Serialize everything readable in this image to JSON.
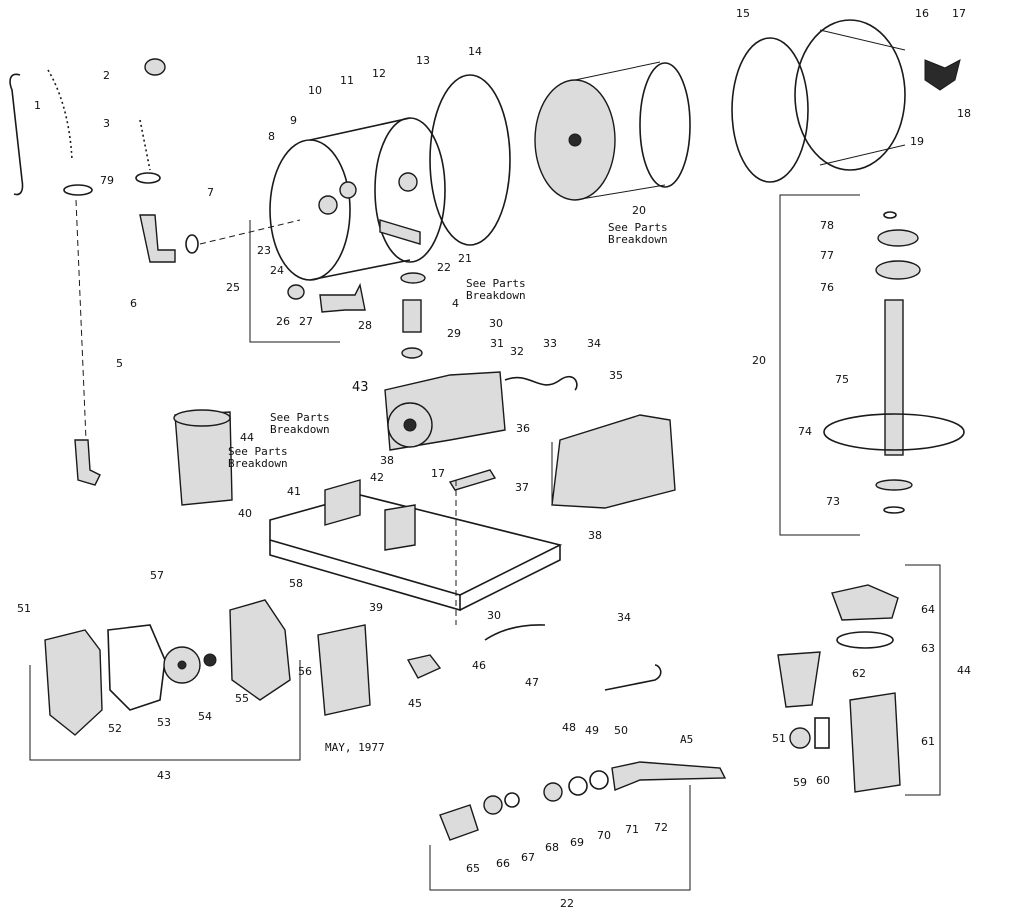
{
  "labels": [
    {
      "id": "1",
      "text": "1"
    },
    {
      "id": "2",
      "text": "2"
    },
    {
      "id": "3",
      "text": "3"
    },
    {
      "id": "5",
      "text": "5"
    },
    {
      "id": "6",
      "text": "6"
    },
    {
      "id": "7",
      "text": "7"
    },
    {
      "id": "8",
      "text": "8"
    },
    {
      "id": "9",
      "text": "9"
    },
    {
      "id": "10",
      "text": "10"
    },
    {
      "id": "11",
      "text": "11"
    },
    {
      "id": "12",
      "text": "12"
    },
    {
      "id": "13",
      "text": "13"
    },
    {
      "id": "14",
      "text": "14"
    },
    {
      "id": "15",
      "text": "15"
    },
    {
      "id": "16",
      "text": "16"
    },
    {
      "id": "17a",
      "text": "17"
    },
    {
      "id": "18",
      "text": "18"
    },
    {
      "id": "19",
      "text": "19"
    },
    {
      "id": "20a",
      "text": "20"
    },
    {
      "id": "20b",
      "text": "20"
    },
    {
      "id": "21",
      "text": "21"
    },
    {
      "id": "22a",
      "text": "22"
    },
    {
      "id": "22b",
      "text": "22"
    },
    {
      "id": "23",
      "text": "23"
    },
    {
      "id": "24",
      "text": "24"
    },
    {
      "id": "25",
      "text": "25"
    },
    {
      "id": "26",
      "text": "26"
    },
    {
      "id": "27",
      "text": "27"
    },
    {
      "id": "28",
      "text": "28"
    },
    {
      "id": "29",
      "text": "29"
    },
    {
      "id": "30a",
      "text": "30"
    },
    {
      "id": "30b",
      "text": "30"
    },
    {
      "id": "31",
      "text": "31"
    },
    {
      "id": "32",
      "text": "32"
    },
    {
      "id": "33",
      "text": "33"
    },
    {
      "id": "34a",
      "text": "34"
    },
    {
      "id": "34b",
      "text": "34"
    },
    {
      "id": "35",
      "text": "35"
    },
    {
      "id": "36",
      "text": "36"
    },
    {
      "id": "37",
      "text": "37"
    },
    {
      "id": "38a",
      "text": "38"
    },
    {
      "id": "38b",
      "text": "38"
    },
    {
      "id": "39",
      "text": "39"
    },
    {
      "id": "40",
      "text": "40"
    },
    {
      "id": "41",
      "text": "41"
    },
    {
      "id": "42",
      "text": "42"
    },
    {
      "id": "43a",
      "text": "43"
    },
    {
      "id": "43b",
      "text": "43"
    },
    {
      "id": "44a",
      "text": "44"
    },
    {
      "id": "44b",
      "text": "44"
    },
    {
      "id": "45",
      "text": "45"
    },
    {
      "id": "46",
      "text": "46"
    },
    {
      "id": "47",
      "text": "47"
    },
    {
      "id": "48",
      "text": "48"
    },
    {
      "id": "49",
      "text": "49"
    },
    {
      "id": "50",
      "text": "50"
    },
    {
      "id": "51a",
      "text": "51"
    },
    {
      "id": "51b",
      "text": "51"
    },
    {
      "id": "52",
      "text": "52"
    },
    {
      "id": "53",
      "text": "53"
    },
    {
      "id": "54",
      "text": "54"
    },
    {
      "id": "55",
      "text": "55"
    },
    {
      "id": "56",
      "text": "56"
    },
    {
      "id": "57",
      "text": "57"
    },
    {
      "id": "58",
      "text": "58"
    },
    {
      "id": "59",
      "text": "59"
    },
    {
      "id": "60",
      "text": "60"
    },
    {
      "id": "61",
      "text": "61"
    },
    {
      "id": "62",
      "text": "62"
    },
    {
      "id": "63",
      "text": "63"
    },
    {
      "id": "64",
      "text": "64"
    },
    {
      "id": "65",
      "text": "65"
    },
    {
      "id": "66",
      "text": "66"
    },
    {
      "id": "67",
      "text": "67"
    },
    {
      "id": "68",
      "text": "68"
    },
    {
      "id": "69",
      "text": "69"
    },
    {
      "id": "70",
      "text": "70"
    },
    {
      "id": "71",
      "text": "71"
    },
    {
      "id": "72",
      "text": "72"
    },
    {
      "id": "73",
      "text": "73"
    },
    {
      "id": "74",
      "text": "74"
    },
    {
      "id": "75",
      "text": "75"
    },
    {
      "id": "76",
      "text": "76"
    },
    {
      "id": "77",
      "text": "77"
    },
    {
      "id": "78",
      "text": "78"
    },
    {
      "id": "79",
      "text": "79"
    },
    {
      "id": "4",
      "text": "4"
    },
    {
      "id": "17b",
      "text": "17"
    }
  ],
  "notes": {
    "see_parts_20": "See Parts\nBreakdown",
    "see_parts_22": "See Parts\nBreakdown",
    "see_parts_43": "See Parts\nBreakdown",
    "see_parts_44": "See Parts\nBreakdown",
    "date": "MAY, 1977",
    "code": "A5"
  }
}
